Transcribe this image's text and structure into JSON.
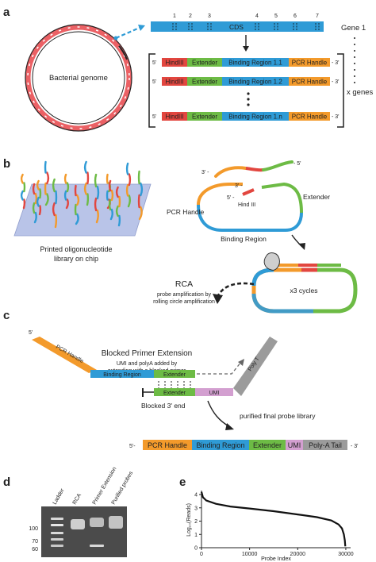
{
  "panel_a": {
    "letter": "a",
    "genome_label": "Bacterial genome",
    "cds_label": "CDS",
    "cds_numbers": [
      "1",
      "2",
      "3",
      "4",
      "5",
      "6",
      "7"
    ],
    "gene_label": "Gene 1",
    "x_genes_label": "x genes",
    "five_prime": "5'",
    "three_prime": "- 3'",
    "probes": [
      {
        "hind": "HindIII",
        "ext": "Extender",
        "bind": "Binding Region 1.1",
        "pcr": "PCR Handle"
      },
      {
        "hind": "HindIII",
        "ext": "Extender",
        "bind": "Binding Region 1.2",
        "pcr": "PCR Handle"
      },
      {
        "hind": "HindIII",
        "ext": "Extender",
        "bind": "Binding Region 1.n",
        "pcr": "PCR Handle"
      }
    ]
  },
  "panel_b": {
    "letter": "b",
    "chip_label_1": "Printed oligonucleotide",
    "chip_label_2": "library on chip",
    "three_prime": "3' -",
    "five_prime": "- 5'",
    "five_prime_2": "5' -",
    "pcr_handle": "PCR Handle",
    "hind_iii": "Hind III",
    "extender": "Extender",
    "binding_region": "Binding Region",
    "rca": "RCA",
    "rca_desc_1": "probe amplification by",
    "rca_desc_2": "rolling circle amplification",
    "cycles": "x3 cycles"
  },
  "panel_c": {
    "letter": "c",
    "five_prime": "5'",
    "pcr_handle": "PCR Handle",
    "title": "Blocked Primer Extension",
    "desc_1": "UMI and polyA added by",
    "desc_2": "extending with a blocked primer",
    "binding_region": "Binding Region",
    "extender": "Extender",
    "extender_2": "Extender",
    "umi": "UMI",
    "poly_t": "Poly T",
    "blocked_end": "Blocked 3' end",
    "purified_label": "purified final probe library",
    "final_5": "5'-",
    "final_3": "- 3'",
    "final_segments": [
      "PCR Handle",
      "Binding Region",
      "Extender",
      "UMI",
      "Poly-A Tail"
    ]
  },
  "panel_d": {
    "letter": "d",
    "lanes": [
      "Ladder",
      "RCA",
      "Primer Extension",
      "Purified probes"
    ],
    "ladder_marks": [
      "100",
      "70",
      "60"
    ]
  },
  "panel_e": {
    "letter": "e",
    "ylabel": "Log₁₀(Reads)",
    "xlabel": "Probe Index",
    "yticks": [
      "0",
      "1",
      "2",
      "3",
      "4"
    ],
    "xticks": [
      "0",
      "10000",
      "20000",
      "30000"
    ]
  },
  "chart_data": {
    "type": "line",
    "xlabel": "Probe Index",
    "ylabel": "Log10(Reads)",
    "xlim": [
      0,
      31000
    ],
    "ylim": [
      0,
      4.3
    ],
    "x": [
      0,
      300,
      1000,
      3000,
      6000,
      10000,
      15000,
      20000,
      24000,
      27000,
      28500,
      29200,
      29600,
      29800,
      29900
    ],
    "y": [
      4.2,
      3.8,
      3.55,
      3.3,
      3.1,
      2.95,
      2.75,
      2.5,
      2.3,
      2.05,
      1.75,
      1.45,
      1.0,
      0.55,
      0.1
    ],
    "colors": {
      "line": "#111111"
    }
  },
  "colors": {
    "hind": "#e2463f",
    "extender": "#6dbb45",
    "binding": "#2f9bd6",
    "pcr": "#f39a2b",
    "umi": "#d39fd0",
    "polyA": "#9b9b9b",
    "cds": "#2f9bd6"
  }
}
